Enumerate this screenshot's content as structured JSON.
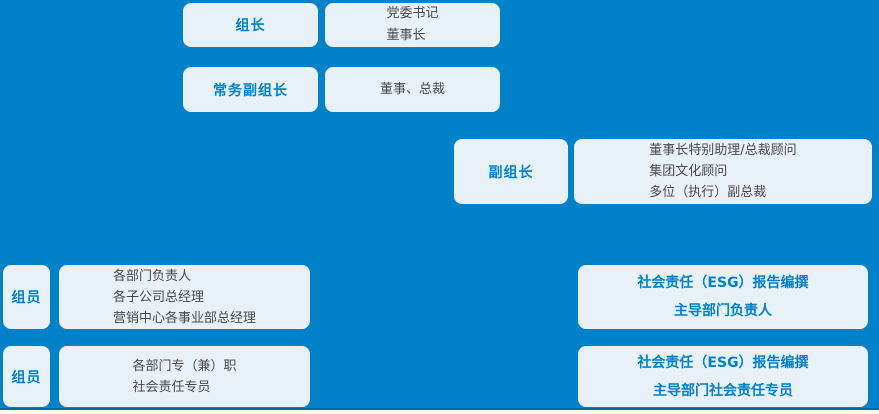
{
  "palette": {
    "background_blue": "#0081C8",
    "box_fill": "#E9F1F8",
    "accent_blue_text": "#0081C8",
    "role_text": "#4A4A4A",
    "panel_bottom_edge": "#0069AF"
  },
  "org": {
    "leader": {
      "label": "组长",
      "roles": [
        "党委书记",
        "董事长"
      ]
    },
    "executive_deputy": {
      "label": "常务副组长",
      "roles": [
        "董事、总裁"
      ]
    },
    "deputy": {
      "label": "副组长",
      "roles": [
        "董事长特别助理/总裁顾问",
        "集团文化顾问",
        "多位（执行）副总裁"
      ]
    },
    "members_group_1": {
      "label": "组员",
      "roles": [
        "各部门负责人",
        "各子公司总经理",
        "营销中心各事业部总经理"
      ]
    },
    "members_group_2": {
      "label": "组员",
      "roles": [
        "各部门专（兼）职",
        "社会责任专员"
      ]
    },
    "esg_report_lead_dept": {
      "lines": [
        "社会责任（ESG）报告编撰",
        "主导部门负责人"
      ]
    },
    "esg_report_specialist": {
      "lines": [
        "社会责任（ESG）报告编撰",
        "主导部门社会责任专员"
      ]
    }
  }
}
